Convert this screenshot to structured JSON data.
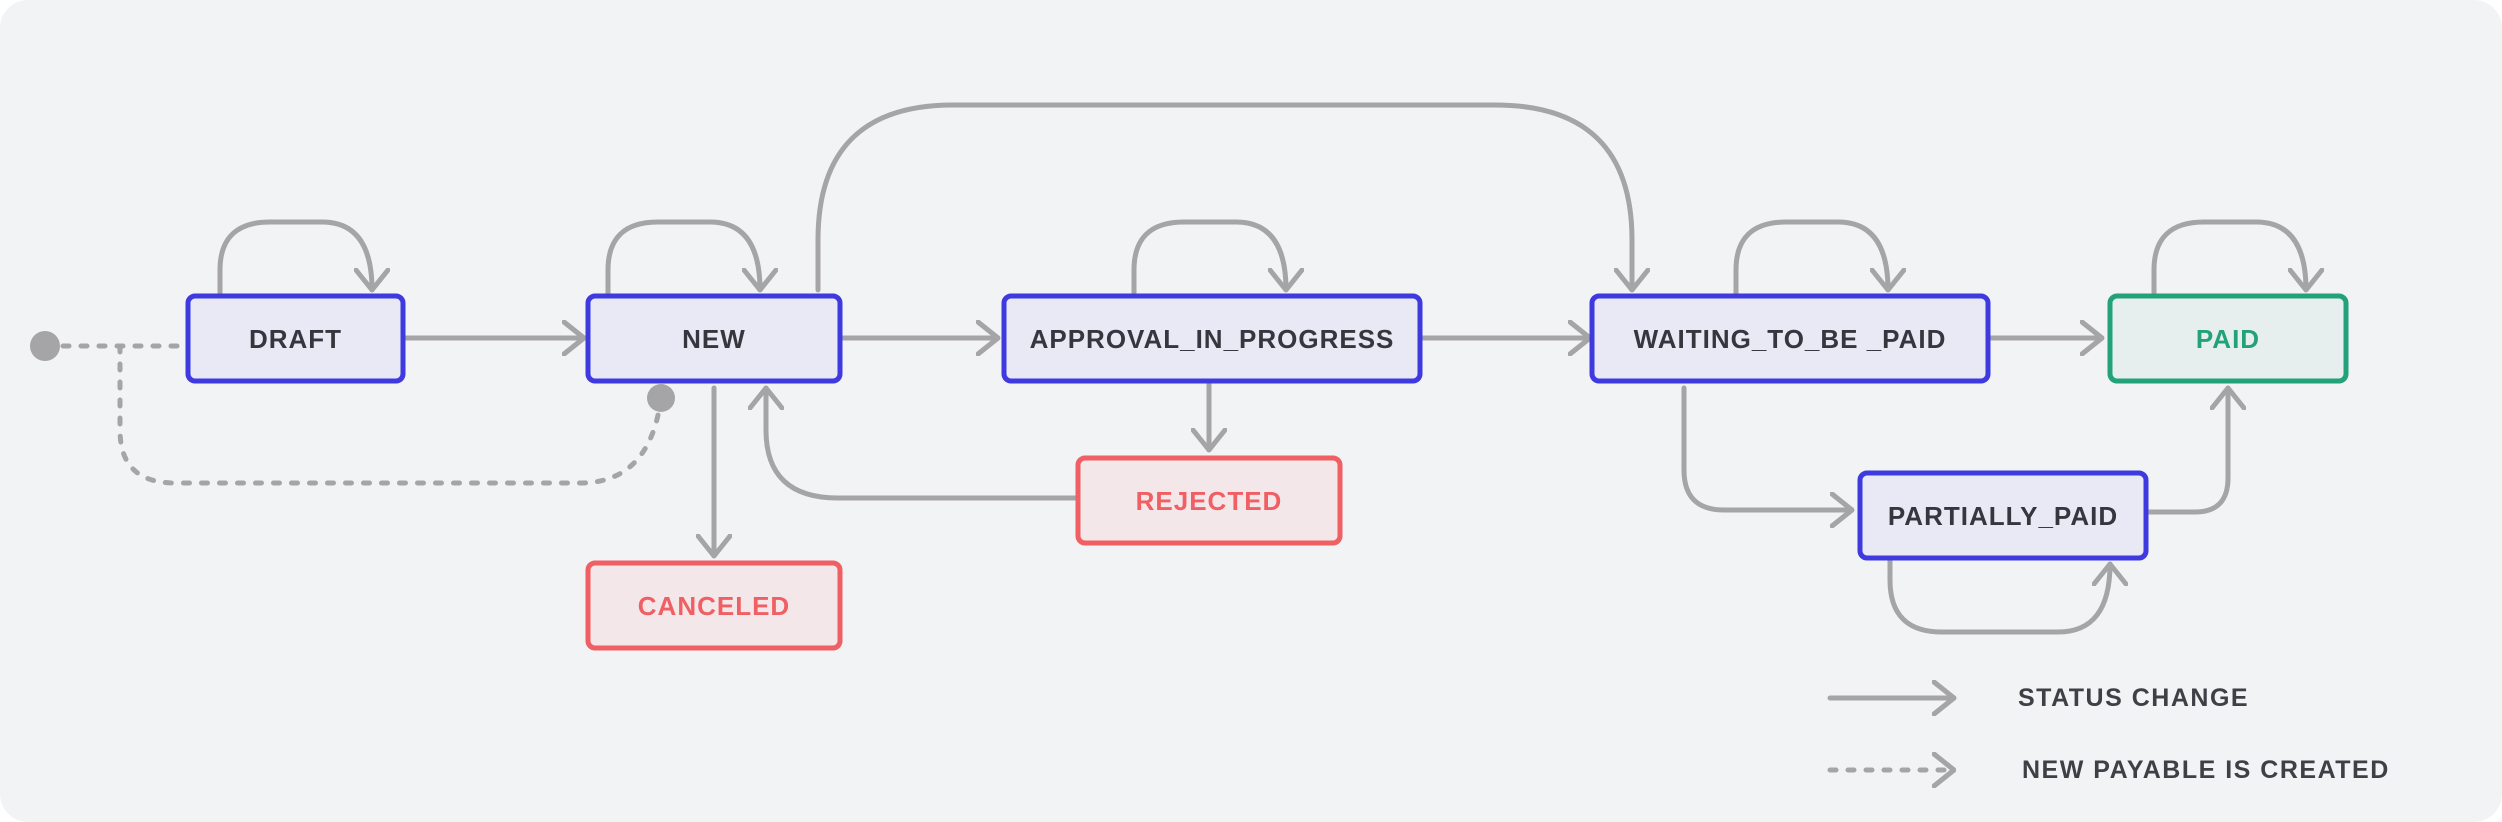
{
  "nodes": {
    "draft": {
      "label": "DRAFT",
      "kind": "active"
    },
    "new": {
      "label": "NEW",
      "kind": "active"
    },
    "approval": {
      "label": "APPROVAL_IN_PROGRESS",
      "kind": "active"
    },
    "waiting": {
      "label": "WAITING_TO_BE _PAID",
      "kind": "active"
    },
    "paid": {
      "label": "PAID",
      "kind": "success"
    },
    "rejected": {
      "label": "REJECTED",
      "kind": "terminal"
    },
    "canceled": {
      "label": "CANCELED",
      "kind": "terminal"
    },
    "partially_paid": {
      "label": "PARTIALLY_PAID",
      "kind": "active"
    }
  },
  "edges": [
    {
      "from": "draft",
      "to": "draft",
      "style": "solid"
    },
    {
      "from": "draft",
      "to": "new",
      "style": "solid"
    },
    {
      "from": "new",
      "to": "new",
      "style": "solid"
    },
    {
      "from": "new",
      "to": "approval",
      "style": "solid"
    },
    {
      "from": "new",
      "to": "waiting",
      "style": "solid"
    },
    {
      "from": "new",
      "to": "canceled",
      "style": "solid"
    },
    {
      "from": "approval",
      "to": "approval",
      "style": "solid"
    },
    {
      "from": "approval",
      "to": "waiting",
      "style": "solid"
    },
    {
      "from": "approval",
      "to": "rejected",
      "style": "solid"
    },
    {
      "from": "rejected",
      "to": "new",
      "style": "solid"
    },
    {
      "from": "waiting",
      "to": "waiting",
      "style": "solid"
    },
    {
      "from": "waiting",
      "to": "paid",
      "style": "solid"
    },
    {
      "from": "waiting",
      "to": "partially_paid",
      "style": "solid"
    },
    {
      "from": "partially_paid",
      "to": "partially_paid",
      "style": "solid"
    },
    {
      "from": "partially_paid",
      "to": "paid",
      "style": "solid"
    },
    {
      "from": "paid",
      "to": "paid",
      "style": "solid"
    },
    {
      "from": "start",
      "to": "draft",
      "style": "dashed"
    },
    {
      "from": "start",
      "to": "new",
      "style": "dashed"
    }
  ],
  "legend": {
    "status_change": "STATUS CHANGE",
    "new_payable": "NEW PAYABLE IS CREATED"
  },
  "colors": {
    "panel_background": "#f2f3f5",
    "edge": "#a5a5a8",
    "active_border": "#3e3ae0",
    "active_fill": "#e8e9f5",
    "active_text": "#36363e",
    "success_border": "#23a27a",
    "success_fill": "#e7efee",
    "success_text": "#23a27a",
    "terminal_border": "#ef5f63",
    "terminal_fill": "#f4e7ea",
    "terminal_text": "#ef5f63",
    "legend_text": "#3f3f46"
  }
}
